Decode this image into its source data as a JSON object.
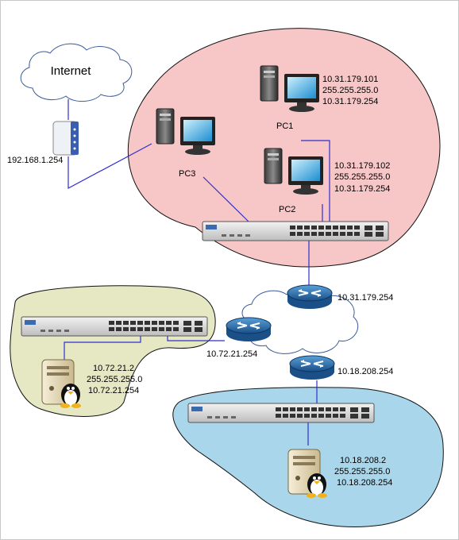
{
  "internet": {
    "label": "Internet"
  },
  "modem": {
    "ip": "192.168.1.254"
  },
  "pc1": {
    "name": "PC1",
    "ip": "10.31.179.101",
    "mask": "255.255.255.0",
    "gateway": "10.31.179.254"
  },
  "pc2": {
    "name": "PC2",
    "ip": "10.31.179.102",
    "mask": "255.255.255.0",
    "gateway": "10.31.179.254"
  },
  "pc3": {
    "name": "PC3"
  },
  "router_top": {
    "ip": "10.31.179.254"
  },
  "router_left": {
    "ip": "10.72.21.254"
  },
  "router_bottom": {
    "ip": "10.18.208.254"
  },
  "server_left": {
    "ip": "10.72.21.2",
    "mask": "255.255.255.0",
    "gateway": "10.72.21.254"
  },
  "server_bottom": {
    "ip": "10.18.208.2",
    "mask": "255.255.255.0",
    "gateway": "10.18.208.254"
  },
  "colors": {
    "pink_zone": "#f7c6c6",
    "green_zone": "#e6e8c4",
    "blue_zone": "#a9d6ea",
    "link": "#2f2fd0"
  }
}
